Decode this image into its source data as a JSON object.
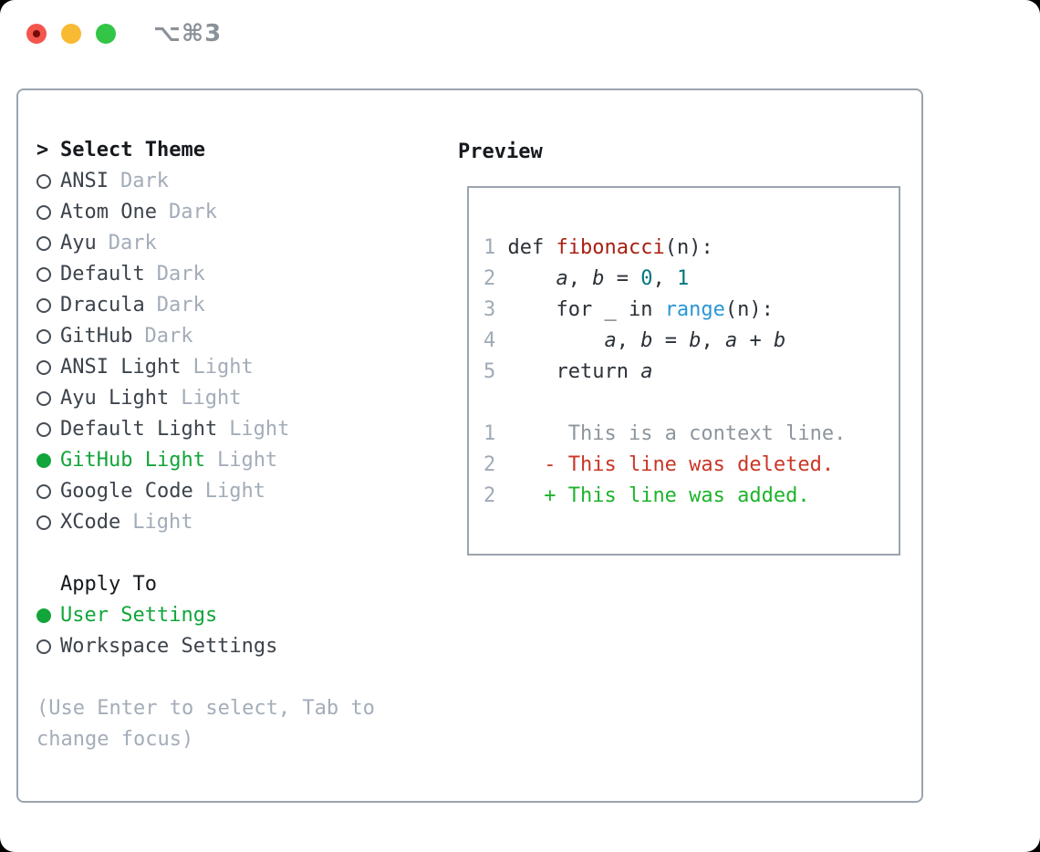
{
  "window": {
    "shortcut_title": "⌥⌘3",
    "traffic_lights": [
      "close",
      "minimize",
      "zoom"
    ]
  },
  "colors": {
    "panel_border": "#9ba4ae",
    "selected_green": "#12a53a",
    "muted_gray": "#a3acb8",
    "text_dark": "#3c434b",
    "header_black": "#16191d",
    "function_red": "#a81f11",
    "number_teal": "#00767d",
    "builtin_blue": "#2b96d6",
    "diff_deleted_red": "#ca3626",
    "diff_added_green": "#1db42c",
    "diff_context_gray": "#8d959c",
    "traffic_red": "#f4554d",
    "traffic_yellow": "#f8ba33",
    "traffic_green": "#32c546"
  },
  "theme_list": {
    "cursor": ">",
    "header": "Select Theme",
    "items": [
      {
        "name": "ANSI",
        "variant": "Dark",
        "selected": false
      },
      {
        "name": "Atom One",
        "variant": "Dark",
        "selected": false
      },
      {
        "name": "Ayu",
        "variant": "Dark",
        "selected": false
      },
      {
        "name": "Default",
        "variant": "Dark",
        "selected": false
      },
      {
        "name": "Dracula",
        "variant": "Dark",
        "selected": false
      },
      {
        "name": "GitHub",
        "variant": "Dark",
        "selected": false
      },
      {
        "name": "ANSI Light",
        "variant": "Light",
        "selected": false
      },
      {
        "name": "Ayu Light",
        "variant": "Light",
        "selected": false
      },
      {
        "name": "Default Light",
        "variant": "Light",
        "selected": false
      },
      {
        "name": "GitHub Light",
        "variant": "Light",
        "selected": true
      },
      {
        "name": "Google Code",
        "variant": "Light",
        "selected": false
      },
      {
        "name": "XCode",
        "variant": "Light",
        "selected": false
      }
    ]
  },
  "apply_to": {
    "header": "Apply To",
    "options": [
      {
        "label": "User Settings",
        "selected": true
      },
      {
        "label": "Workspace Settings",
        "selected": false
      }
    ]
  },
  "help_text": "(Use Enter to select, Tab to change focus)",
  "preview": {
    "header": "Preview",
    "lines": [
      [
        [
          "ln",
          "1 "
        ],
        [
          "code",
          "def "
        ],
        [
          "fn",
          "fibonacci"
        ],
        [
          "code",
          "(n):"
        ]
      ],
      [
        [
          "ln",
          "2 "
        ],
        [
          "code",
          "    "
        ],
        [
          "var",
          "a"
        ],
        [
          "code",
          ", "
        ],
        [
          "var",
          "b"
        ],
        [
          "code",
          " = "
        ],
        [
          "num",
          "0"
        ],
        [
          "code",
          ", "
        ],
        [
          "num",
          "1"
        ]
      ],
      [
        [
          "ln",
          "3 "
        ],
        [
          "code",
          "    for _ in "
        ],
        [
          "builtin",
          "range"
        ],
        [
          "code",
          "(n):"
        ]
      ],
      [
        [
          "ln",
          "4 "
        ],
        [
          "code",
          "        "
        ],
        [
          "var",
          "a"
        ],
        [
          "code",
          ", "
        ],
        [
          "var",
          "b"
        ],
        [
          "code",
          " = "
        ],
        [
          "var",
          "b"
        ],
        [
          "code",
          ", "
        ],
        [
          "var",
          "a"
        ],
        [
          "code",
          " + "
        ],
        [
          "var",
          "b"
        ]
      ],
      [
        [
          "ln",
          "5 "
        ],
        [
          "code",
          "    return "
        ],
        [
          "var",
          "a"
        ]
      ],
      [],
      [
        [
          "ln",
          "1 "
        ],
        [
          "ctx",
          "     This is a context line."
        ]
      ],
      [
        [
          "ln",
          "2 "
        ],
        [
          "del",
          "   - This line was deleted."
        ]
      ],
      [
        [
          "ln",
          "2 "
        ],
        [
          "add",
          "   + This line was added."
        ]
      ]
    ]
  }
}
